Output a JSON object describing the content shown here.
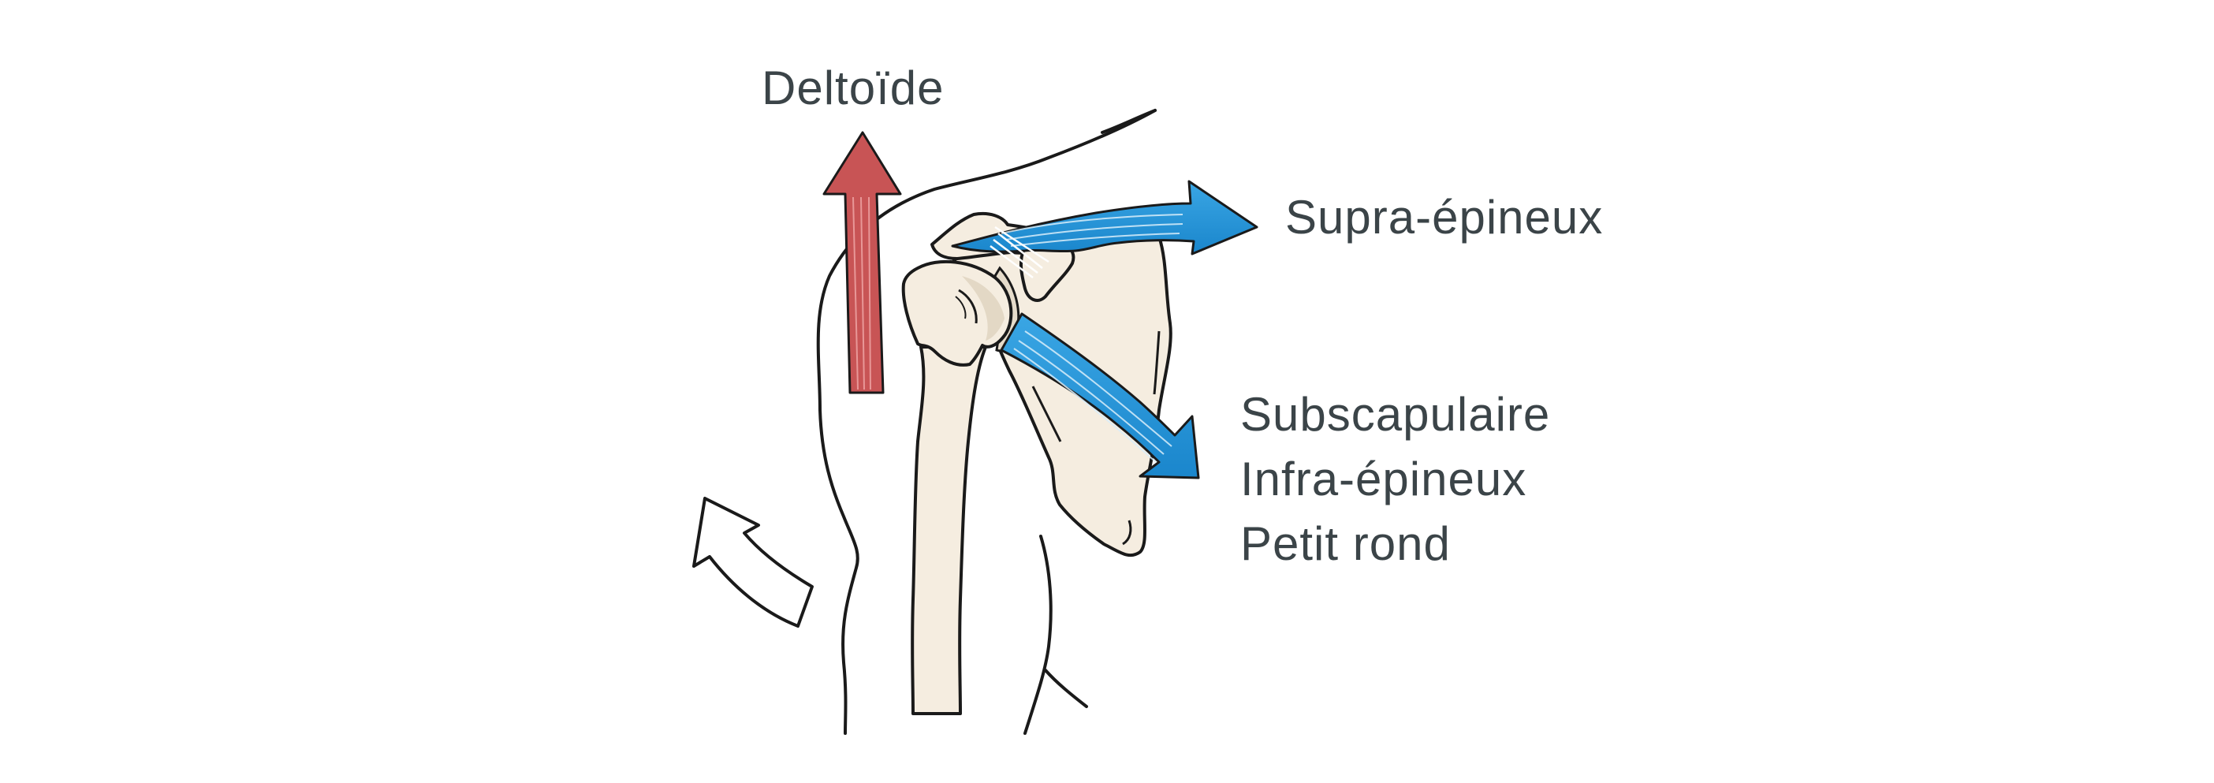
{
  "labels": {
    "deltoid": "Deltoïde",
    "supraspinatus": "Supra-épineux",
    "rotator_group": [
      "Subscapulaire",
      "Infra-épineux",
      "Petit rond"
    ]
  },
  "colors": {
    "deltoid_arrow": "#c85455",
    "cuff_arrow": "#1e90d4",
    "bone": "#f5ede0",
    "outline": "#1a1a1a",
    "label_text": "#3b4448"
  }
}
